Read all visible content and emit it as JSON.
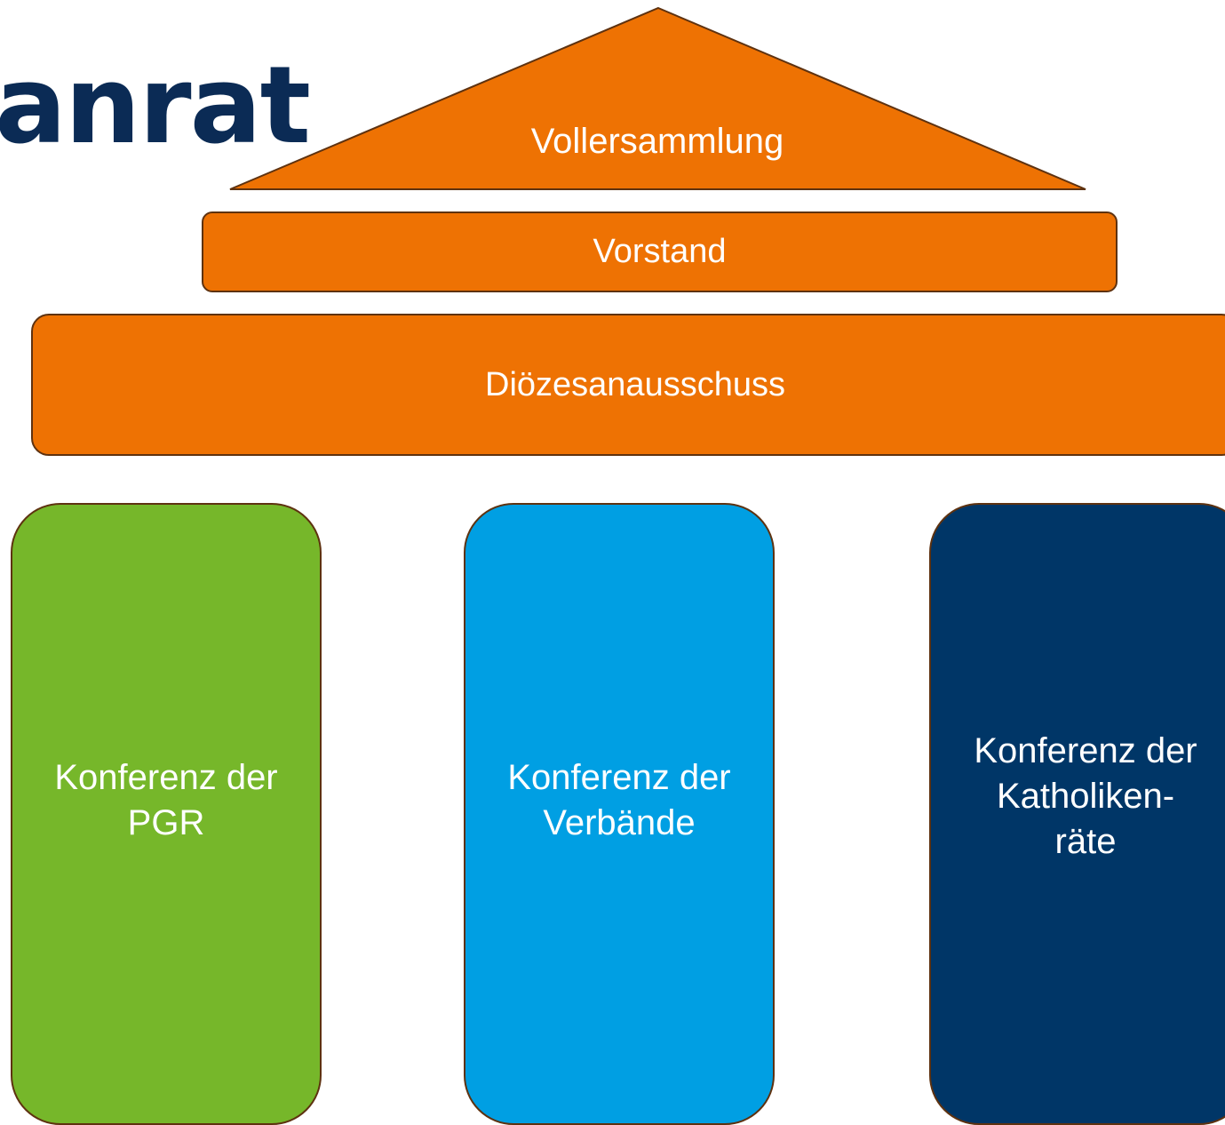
{
  "heading": {
    "fragment": "anrat"
  },
  "diagram": {
    "roof_label": "Vollersammlung",
    "board_label": "Vorstand",
    "committee_label": "Diözesanausschuss",
    "pillars": [
      {
        "label": "Konferenz der\nPGR",
        "color": "#76b72a"
      },
      {
        "label": "Konferenz der\nVerbände",
        "color": "#009fe3"
      },
      {
        "label": "Konferenz der\nKatholiken-\nräte",
        "color": "#003667"
      }
    ],
    "colors": {
      "orange": "#ee7203",
      "outline": "#5e3210",
      "heading": "#0b2b55"
    }
  }
}
